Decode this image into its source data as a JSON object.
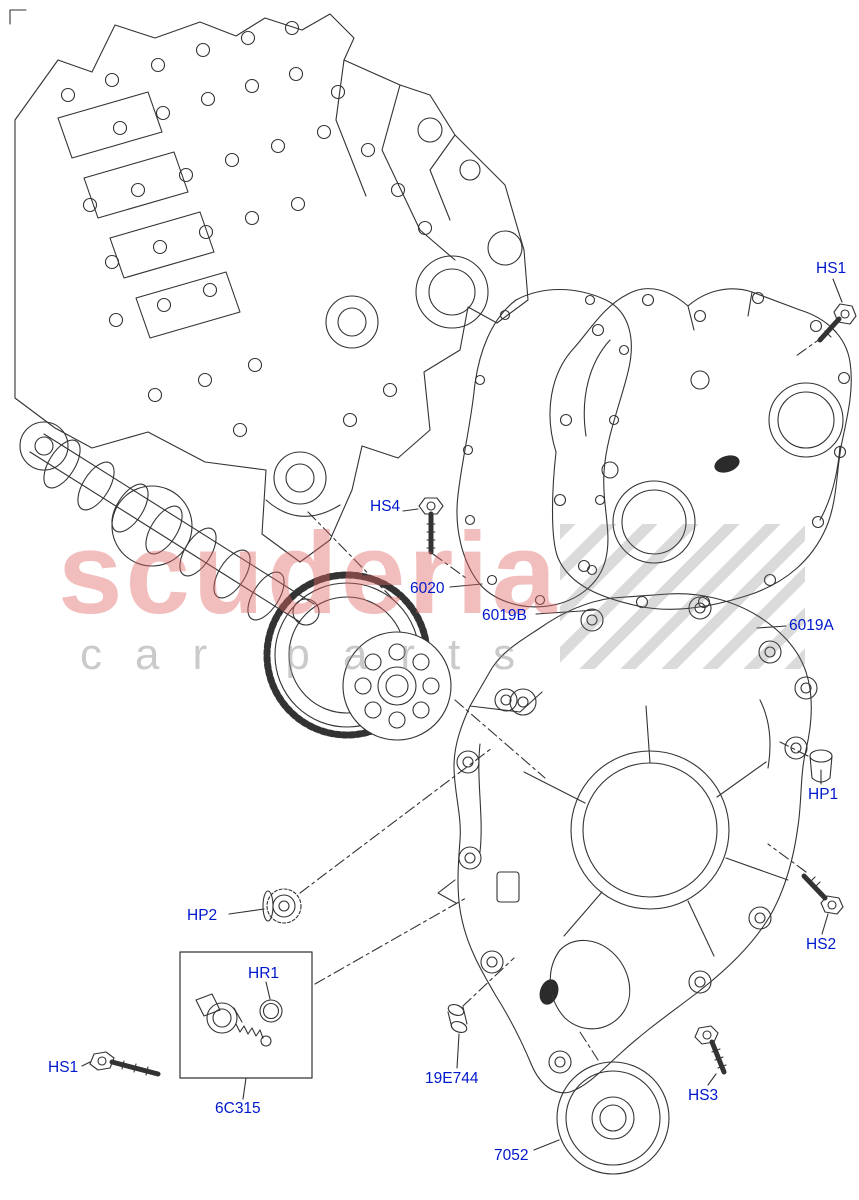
{
  "page": {
    "background": "#ffffff"
  },
  "colors": {
    "label_blue": "#0018cc",
    "line": "#333333",
    "watermark_pink": "rgba(224,98,98,0.42)",
    "watermark_gray": "rgba(150,150,150,0.5)"
  },
  "watermark": {
    "brand": "scuderia",
    "subtext": "car parts"
  },
  "labels": {
    "hs1_top": "HS1",
    "hs4": "HS4",
    "n6020": "6020",
    "n6019b": "6019B",
    "n6019a": "6019A",
    "hp1": "HP1",
    "hs2": "HS2",
    "hp2": "HP2",
    "hr1": "HR1",
    "hs1_bottom": "HS1",
    "n6c315": "6C315",
    "n19e744": "19E744",
    "hs3": "HS3",
    "n7052": "7052"
  }
}
